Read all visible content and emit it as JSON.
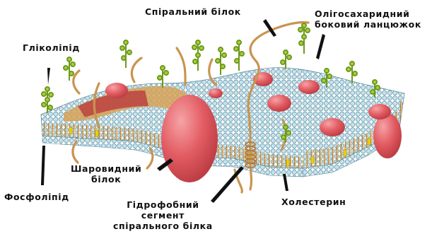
{
  "labels": {
    "helical_protein": "Спіральний білок",
    "oligosaccharide": [
      "Олігосахаридний",
      "боковий ланцюжок"
    ],
    "glycolipid": "Гліколіпід",
    "globular_protein": [
      "Шаровидний",
      "білок"
    ],
    "phospholipid": "Фосфоліпід",
    "hydrophobic_segment": [
      "Гідрофобний",
      "сегмент",
      "спірального білка"
    ],
    "cholesterol": "Холестерин"
  },
  "colors": {
    "head": "#bfe0ea",
    "tail": "#e8a948",
    "protein": "#e05a62",
    "glycan": "#9ec43a",
    "cholesterol": "#f0d200",
    "helix": "#cf9a55"
  }
}
